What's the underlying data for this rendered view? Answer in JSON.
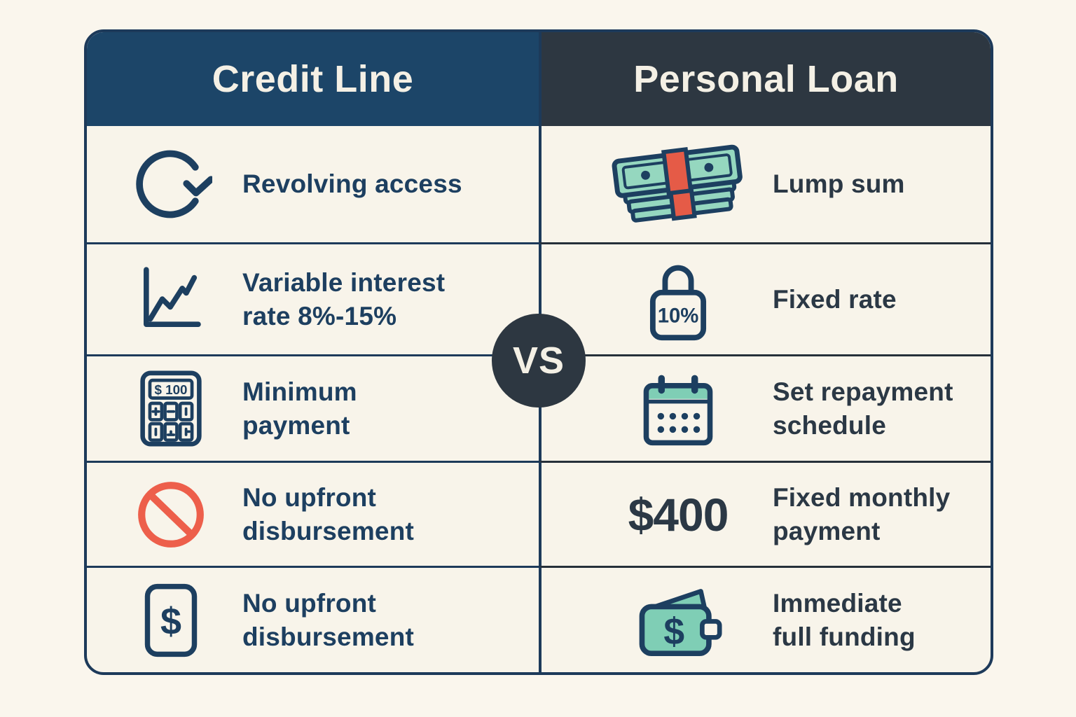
{
  "colors": {
    "page-bg": "#faf6ed",
    "card-bg": "#f8f4ea",
    "navy": "#1d3f60",
    "navy-header": "#1c4568",
    "charcoal": "#2d3741",
    "charcoal-text": "#2b3845",
    "line-left": "#1d3a5a",
    "line-right": "#26303a",
    "cream-text": "#f4f0e5",
    "red": "#ed5f4b",
    "red-band": "#e55b47",
    "teal": "#7fceb5",
    "teal-light": "#95d7bf"
  },
  "vs": {
    "label": "VS"
  },
  "columns": [
    {
      "title": "Credit Line",
      "rows": [
        {
          "icon": "revolving-icon",
          "text": "Revolving access"
        },
        {
          "icon": "chart-up-icon",
          "text": "Variable interest\nrate  8%-15%"
        },
        {
          "icon": "calculator-icon",
          "icon_label": "$ 100",
          "text": "Minimum\npayment"
        },
        {
          "icon": "no-symbol-icon",
          "text": "No upfront\ndisbursement"
        },
        {
          "icon": "dollar-document-icon",
          "text": "No upfront\ndisbursement"
        }
      ]
    },
    {
      "title": "Personal Loan",
      "rows": [
        {
          "icon": "cash-stack-icon",
          "text": "Lump sum"
        },
        {
          "icon": "lock-icon",
          "icon_label": "10%",
          "text": "Fixed rate"
        },
        {
          "icon": "calendar-icon",
          "text": "Set repayment\nschedule"
        },
        {
          "icon": "amount-label",
          "icon_label": "$400",
          "text": "Fixed monthly\npayment"
        },
        {
          "icon": "wallet-icon",
          "text": "Immediate\nfull funding"
        }
      ]
    }
  ]
}
